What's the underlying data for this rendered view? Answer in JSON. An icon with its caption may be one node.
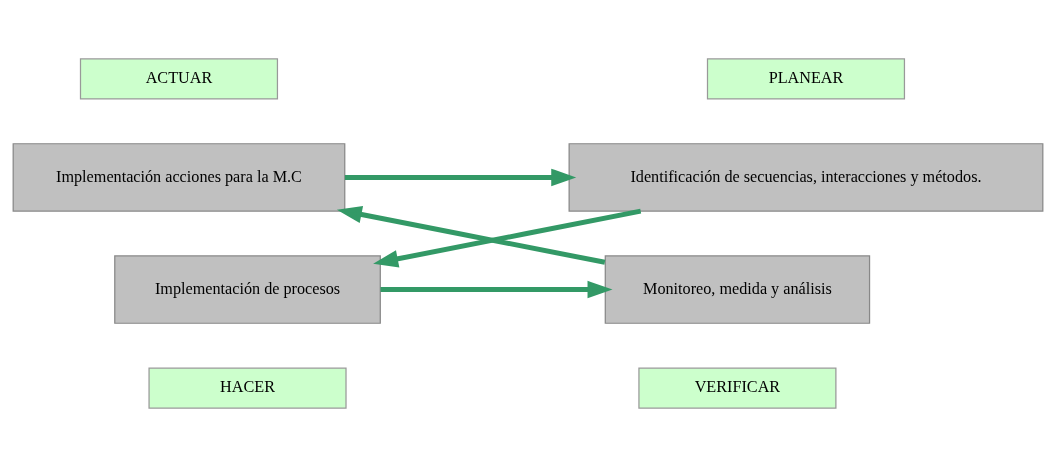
{
  "diagram": {
    "nodes": [
      {
        "text": [
          "ACTUAR"
        ]
      },
      {
        "text": [
          "PLANEAR"
        ]
      },
      {
        "text": [
          "Implementación acciones para la M.C"
        ]
      },
      {
        "text": [
          "Identificación de secuencias, interacciones y métodos."
        ]
      },
      {
        "text": [
          "Monitoreo, medida y análisis"
        ]
      },
      {
        "text": [
          "Implementación de procesos"
        ]
      },
      {
        "text": [
          "VERIFICAR"
        ]
      },
      {
        "text": [
          "HACER"
        ]
      }
    ],
    "edges": [
      {
        "from": 2,
        "to": 3,
        "arrow": "to"
      },
      {
        "from": 3,
        "to": 5,
        "arrow": "to"
      },
      {
        "from": 5,
        "to": 4,
        "arrow": "to"
      },
      {
        "from": 4,
        "to": 2,
        "arrow": "to"
      }
    ]
  }
}
